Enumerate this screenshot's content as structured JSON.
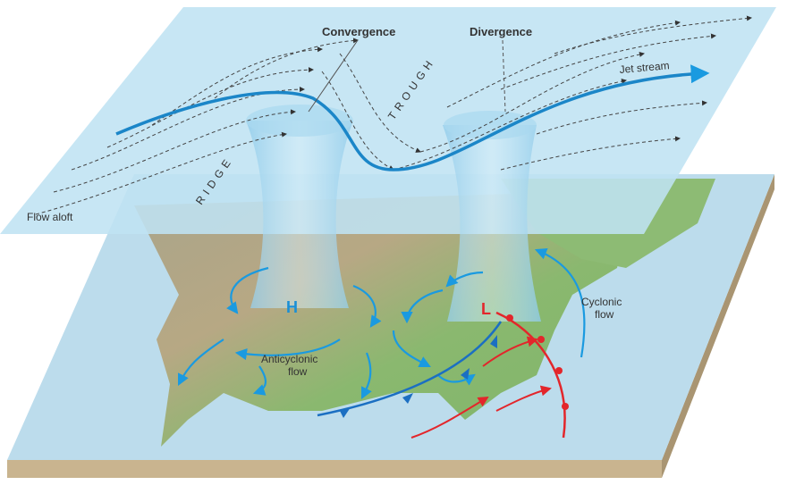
{
  "labels": {
    "convergence": "Convergence",
    "divergence": "Divergence",
    "trough": "TROUGH",
    "ridge": "RIDGE",
    "jet_stream": "Jet stream",
    "flow_aloft": "Flow aloft",
    "high": "H",
    "low": "L",
    "anticyclonic_flow_1": "Anticyclonic",
    "anticyclonic_flow_2": "flow",
    "cyclonic_flow_1": "Cyclonic",
    "cyclonic_flow_2": "flow"
  },
  "colors": {
    "upper_plane": "#bfe2f3",
    "surface_land": "#8fb87a",
    "ocean": "#bcdcec",
    "slab": "#c9b48f",
    "jet": "#1b86c8",
    "high": "#1a8fd6",
    "low": "#e3262b",
    "cold_front": "#1b6fc2",
    "warm_flow": "#e3262b"
  }
}
